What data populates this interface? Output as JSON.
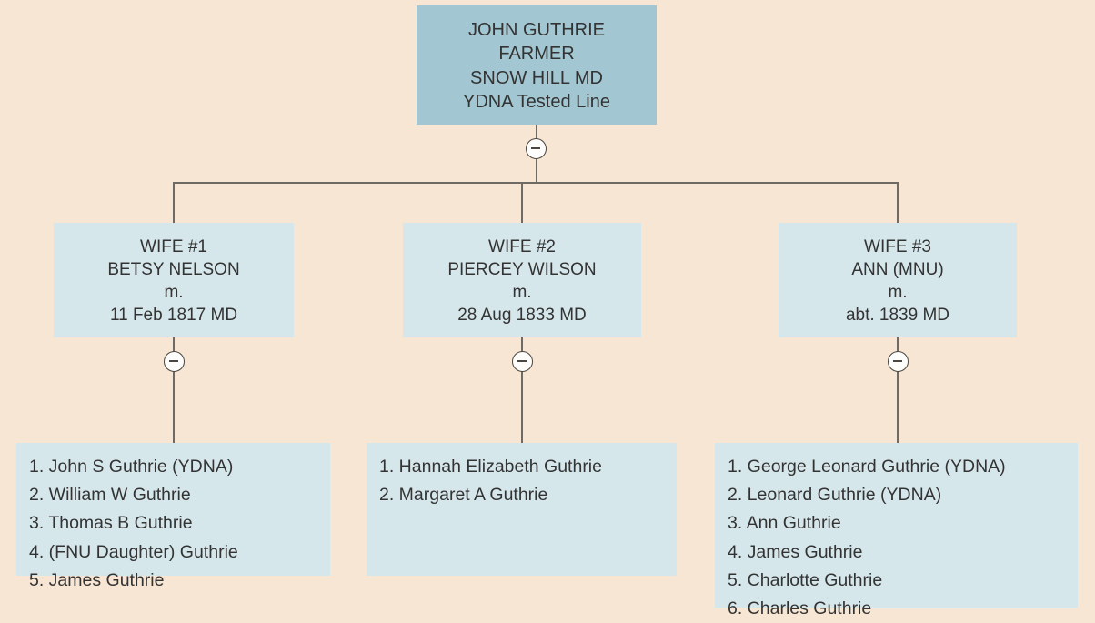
{
  "colors": {
    "background": "#f7e6d3",
    "root_node_fill": "#a2c7d2",
    "node_fill": "#d6e7ec",
    "connector": "#6f6a63",
    "text": "#333333"
  },
  "root": {
    "lines": [
      "JOHN GUTHRIE",
      "FARMER",
      "SNOW HILL MD",
      "YDNA Tested Line"
    ]
  },
  "toggles": {
    "root_toggle_label": "−",
    "spouse1_toggle_label": "−",
    "spouse2_toggle_label": "−",
    "spouse3_toggle_label": "−"
  },
  "spouses": [
    {
      "title": "WIFE #1",
      "name": "BETSY NELSON",
      "marriage_marker": "m.",
      "marriage_date": "11 Feb 1817 MD"
    },
    {
      "title": "WIFE #2",
      "name": "PIERCEY WILSON",
      "marriage_marker": "m.",
      "marriage_date": "28 Aug 1833 MD"
    },
    {
      "title": "WIFE #3",
      "name": "ANN (MNU)",
      "marriage_marker": "m.",
      "marriage_date": "abt. 1839 MD"
    }
  ],
  "children": [
    {
      "items": [
        "1. John S Guthrie (YDNA)",
        "2. William W Guthrie",
        "3. Thomas B Guthrie",
        "4. (FNU Daughter) Guthrie",
        "5. James Guthrie"
      ]
    },
    {
      "items": [
        "1. Hannah Elizabeth Guthrie",
        "2. Margaret A Guthrie"
      ]
    },
    {
      "items": [
        "1. George Leonard Guthrie (YDNA)",
        "2. Leonard Guthrie (YDNA)",
        "3. Ann Guthrie",
        "4. James Guthrie",
        "5. Charlotte Guthrie",
        "6. Charles Guthrie"
      ]
    }
  ]
}
